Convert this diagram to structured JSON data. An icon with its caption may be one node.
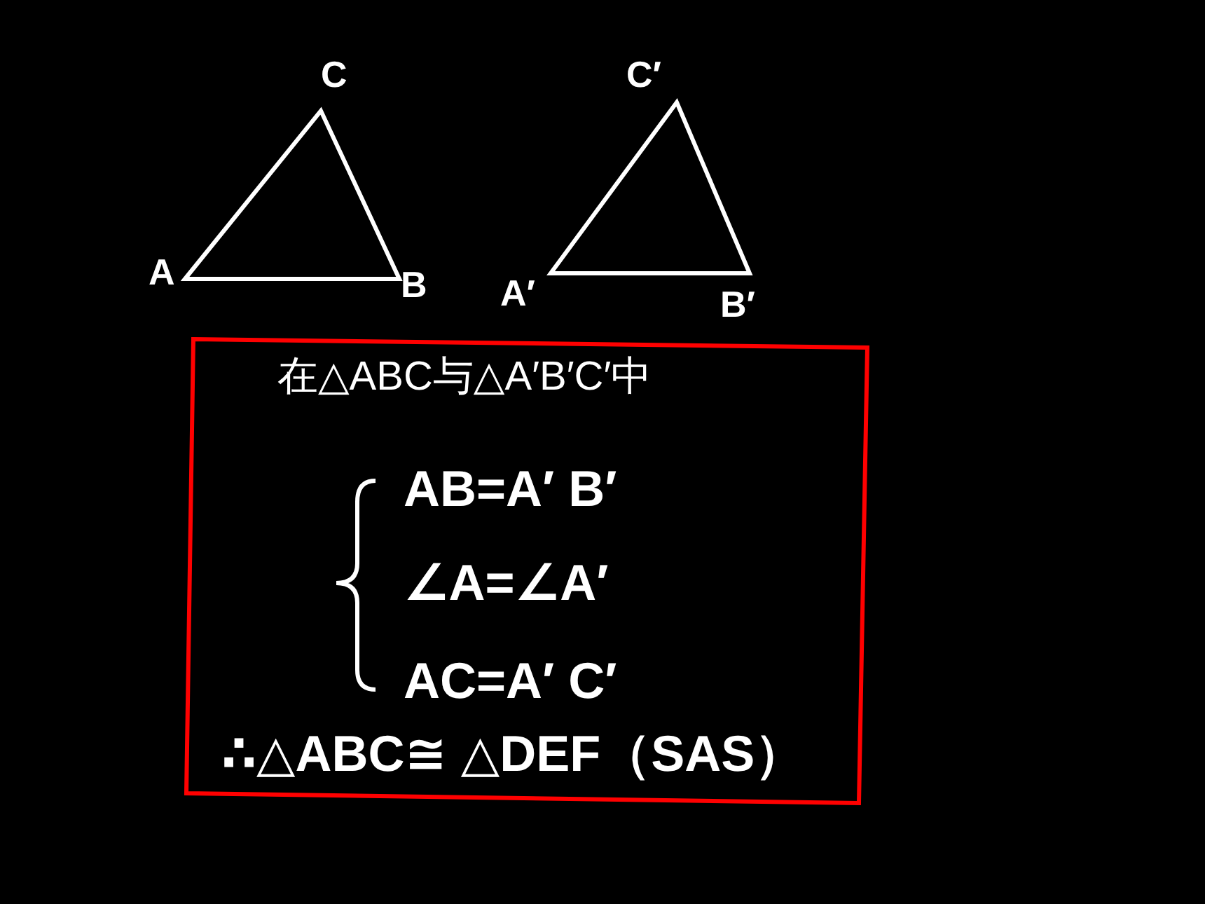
{
  "diagram": {
    "nodes": [
      {
        "text": [],
        "shape": "triangle",
        "beside": [
          "C",
          "A",
          "B"
        ]
      },
      {
        "text": [],
        "shape": "triangle",
        "beside": [
          "C′",
          "A′",
          "B′"
        ]
      },
      {
        "text": [
          "在△ABC与△A′B′C′中",
          "AB=A′ B′",
          "∠A=∠A′",
          "AC=A′ C′",
          "∴△ABC≅ △DEF（SAS）"
        ]
      }
    ],
    "edges": []
  }
}
